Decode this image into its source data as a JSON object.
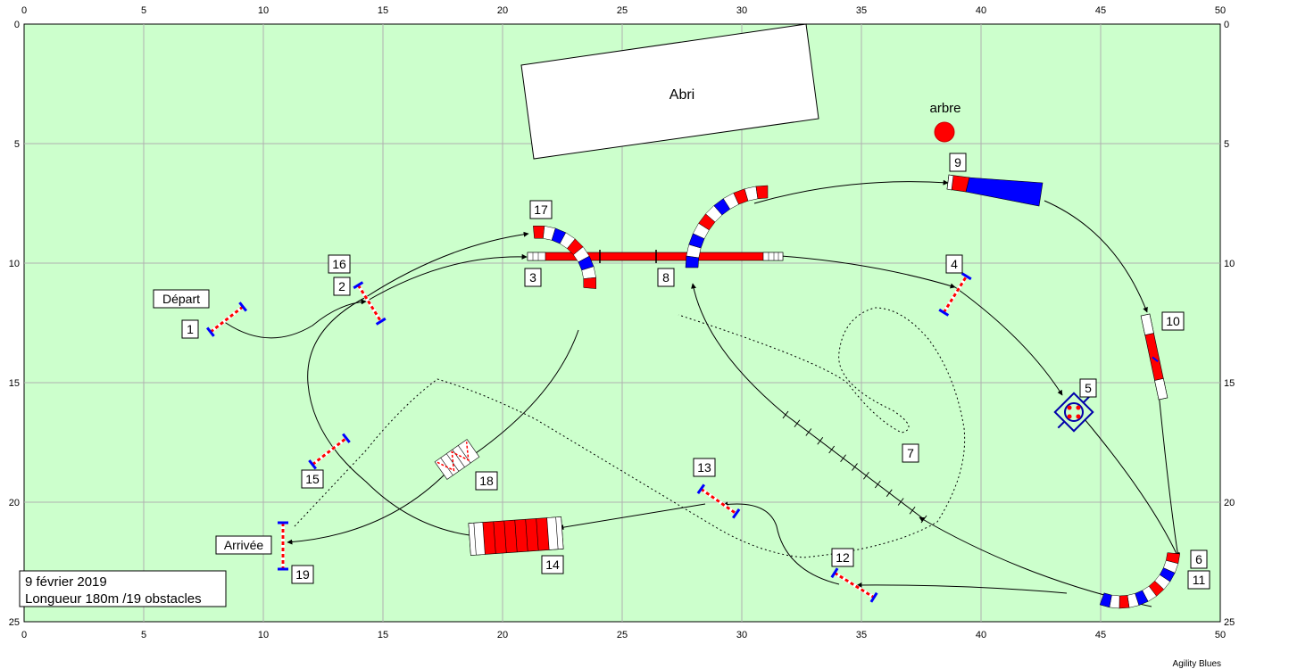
{
  "axis": {
    "x_ticks": [
      "0",
      "5",
      "10",
      "15",
      "20",
      "25",
      "30",
      "35",
      "40",
      "45",
      "50"
    ],
    "y_ticks": [
      "0",
      "5",
      "10",
      "15",
      "20",
      "25"
    ]
  },
  "colors": {
    "field": "#ccffcc",
    "grid": "#b0b0b0",
    "red": "#ff0000",
    "blue": "#0000ff"
  },
  "landmarks": {
    "shelter": "Abri",
    "tree": "arbre"
  },
  "start_label": "Départ",
  "finish_label": "Arrivée",
  "obstacle_numbers": [
    "1",
    "2",
    "3",
    "4",
    "5",
    "6",
    "7",
    "8",
    "9",
    "10",
    "11",
    "12",
    "13",
    "14",
    "15",
    "16",
    "17",
    "18",
    "19"
  ],
  "info": {
    "date": "9 février 2019",
    "length": "Longueur 180m /19 obstacles"
  },
  "credit": "Agility Blues"
}
